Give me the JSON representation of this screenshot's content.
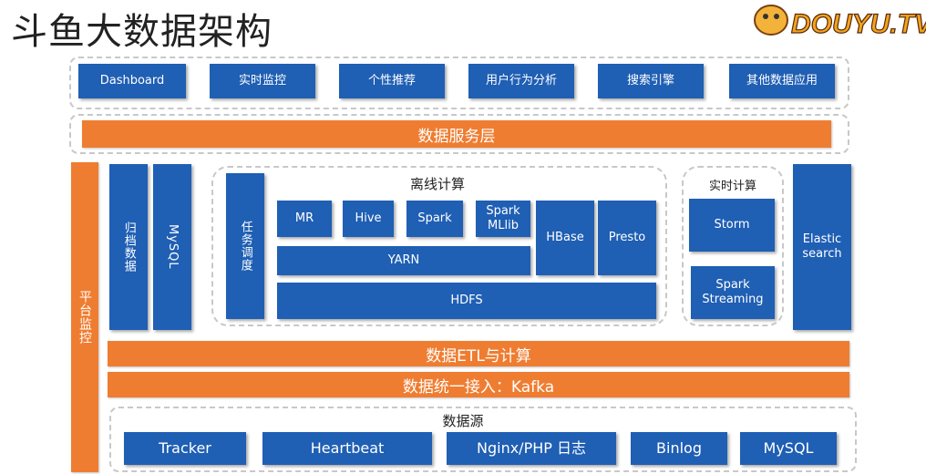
{
  "title": "斗鱼大数据架构",
  "logo": {
    "text": "DOUYU.TV"
  },
  "apps": [
    "Dashboard",
    "实时监控",
    "个性推荐",
    "用户行为分析",
    "搜索引擎",
    "其他数据应用"
  ],
  "service_layer": "数据服务层",
  "monitor": "平台监控",
  "archive": "归档数据",
  "mysql_store": "MySQL",
  "scheduler": "任务调度",
  "offline": {
    "title": "离线计算",
    "mr": "MR",
    "hive": "Hive",
    "spark": "Spark",
    "mllib": "Spark MLlib",
    "hbase": "HBase",
    "presto": "Presto",
    "yarn": "YARN",
    "hdfs": "HDFS"
  },
  "realtime": {
    "title": "实时计算",
    "storm": "Storm",
    "streaming": "Spark Streaming"
  },
  "elastic": "Elastic search",
  "etl": "数据ETL与计算",
  "ingest": "数据统一接入：Kafka",
  "sources": {
    "title": "数据源",
    "items": [
      "Tracker",
      "Heartbeat",
      "Nginx/PHP 日志",
      "Binlog",
      "MySQL"
    ]
  },
  "colors": {
    "blue": "#1f5fb4",
    "orange": "#ef7d31"
  }
}
